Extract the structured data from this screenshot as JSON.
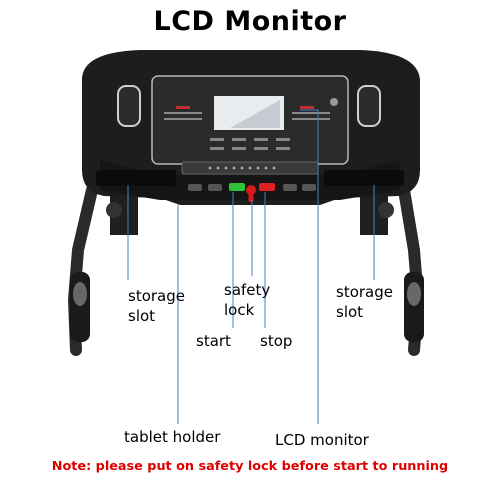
{
  "title": "LCD Monitor",
  "labels": {
    "storage_slot_left": "storage\nslot",
    "storage_slot_right": "storage\nslot",
    "safety_lock": "safety\nlock",
    "start": "start",
    "stop": "stop",
    "tablet_holder": "tablet holder",
    "lcd_monitor": "LCD monitor"
  },
  "note": "Note: please put on safety lock before start to running",
  "colors": {
    "console": "#1d1d1d",
    "frame": "#2a2a2a",
    "note_text": "#e00000",
    "pointer_line": "#4a7fc8",
    "start_button": "#2cc33a",
    "stop_button": "#e02020",
    "safety_key": "#d41a1a"
  },
  "icons": {
    "safety_key": "safety-key-icon",
    "start_button": "start-button-icon",
    "stop_button": "stop-button-icon"
  }
}
